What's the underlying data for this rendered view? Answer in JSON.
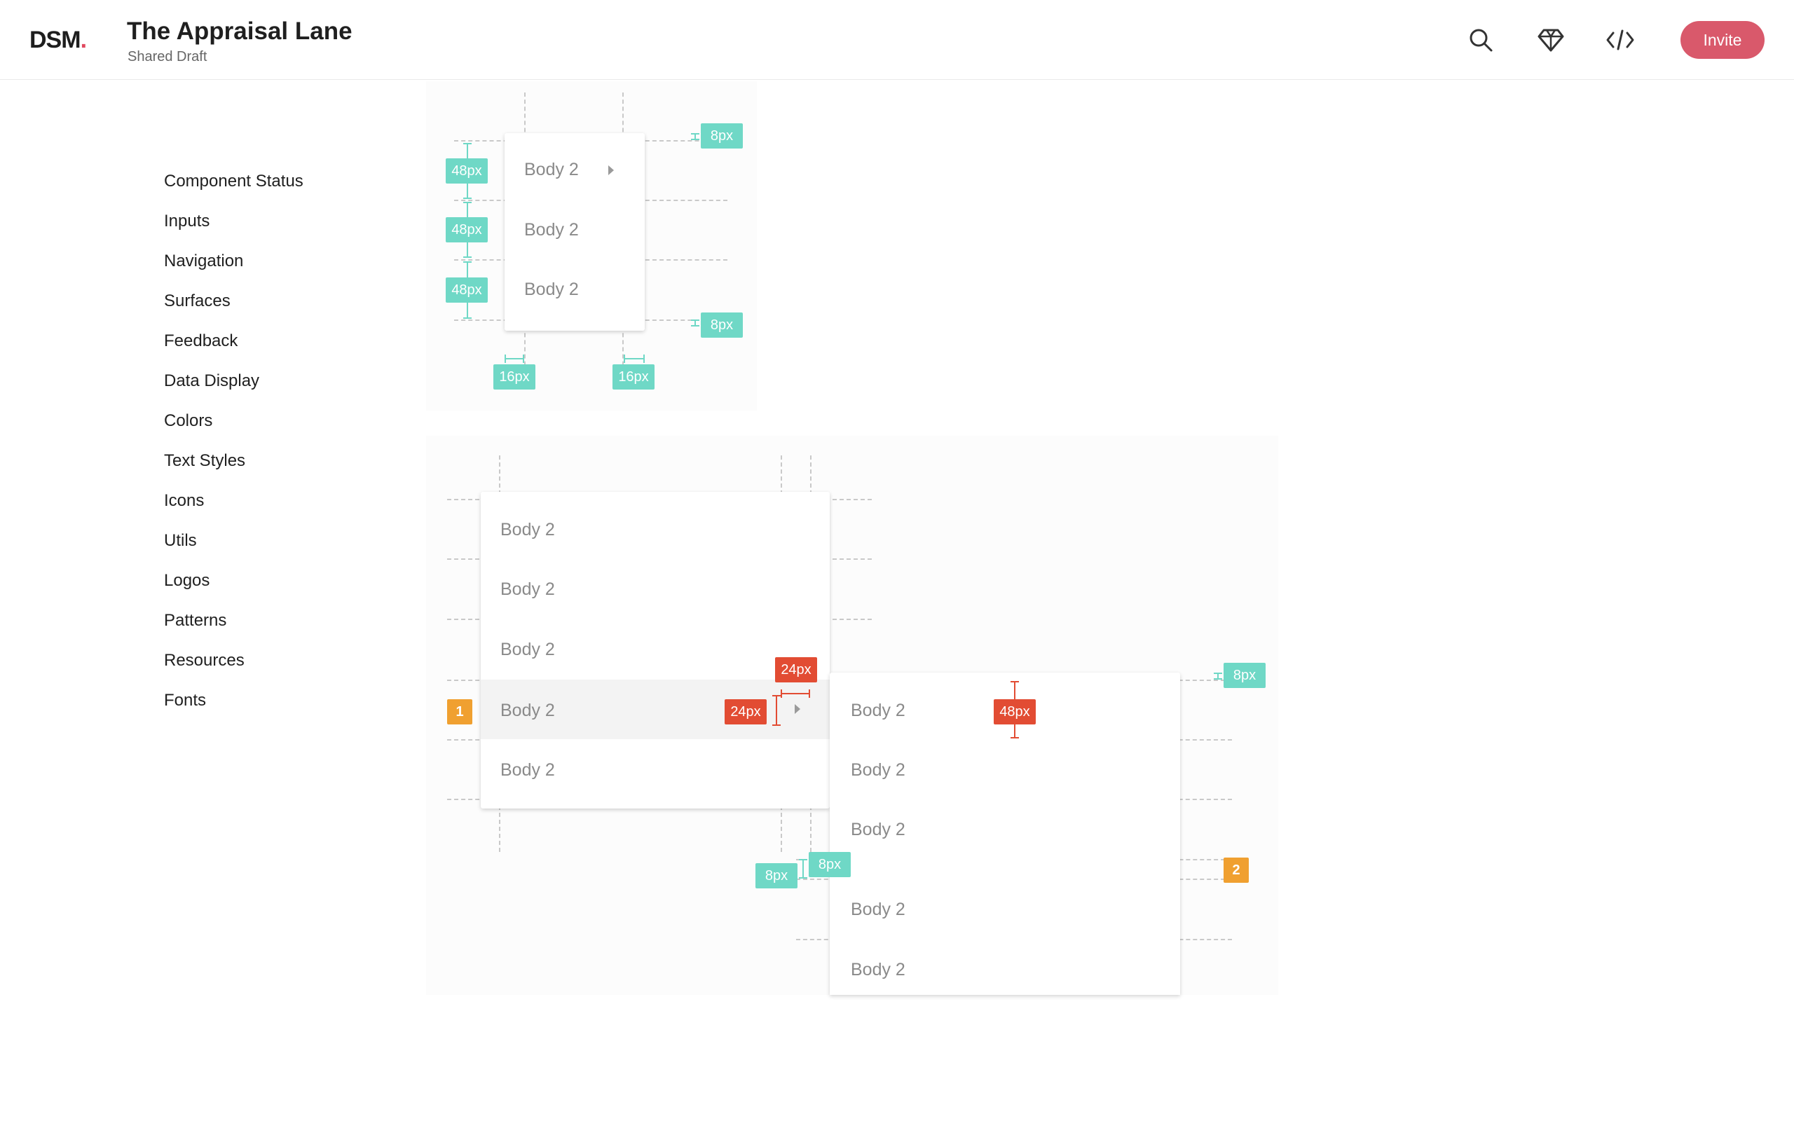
{
  "header": {
    "logo_text": "DSM",
    "logo_dot": ".",
    "title": "The Appraisal Lane",
    "subtitle": "Shared Draft",
    "icons": [
      "search-icon",
      "diamond-icon",
      "code-icon"
    ],
    "invite_label": "Invite",
    "accent_color": "#d9596b"
  },
  "sidebar": {
    "items": [
      {
        "label": "Component Status"
      },
      {
        "label": "Inputs"
      },
      {
        "label": "Navigation"
      },
      {
        "label": "Surfaces"
      },
      {
        "label": "Feedback"
      },
      {
        "label": "Data Display"
      },
      {
        "label": "Colors"
      },
      {
        "label": "Text Styles"
      },
      {
        "label": "Icons"
      },
      {
        "label": "Utils"
      },
      {
        "label": "Logos"
      },
      {
        "label": "Patterns"
      },
      {
        "label": "Resources"
      },
      {
        "label": "Fonts"
      }
    ]
  },
  "spec_top": {
    "rows": [
      "Body 2",
      "Body 2",
      "Body 2"
    ],
    "row_height_label": "48px",
    "padding_label": "8px",
    "side_padding_label": "16px"
  },
  "spec_bottom": {
    "main_rows": [
      "Body 2",
      "Body 2",
      "Body 2",
      "Body 2",
      "Body 2"
    ],
    "sub_rows": [
      "Body 2",
      "Body 2",
      "Body 2",
      "Body 2",
      "Body 2"
    ],
    "caret_width_label": "24px",
    "caret_height_label": "24px",
    "sub_row_height_label": "48px",
    "padding_label": "8px",
    "marker_1": "1",
    "marker_2": "2"
  },
  "colors": {
    "spec_teal": "#6fd8c6",
    "spec_red": "#e24c33",
    "marker_orange": "#f0a030"
  }
}
